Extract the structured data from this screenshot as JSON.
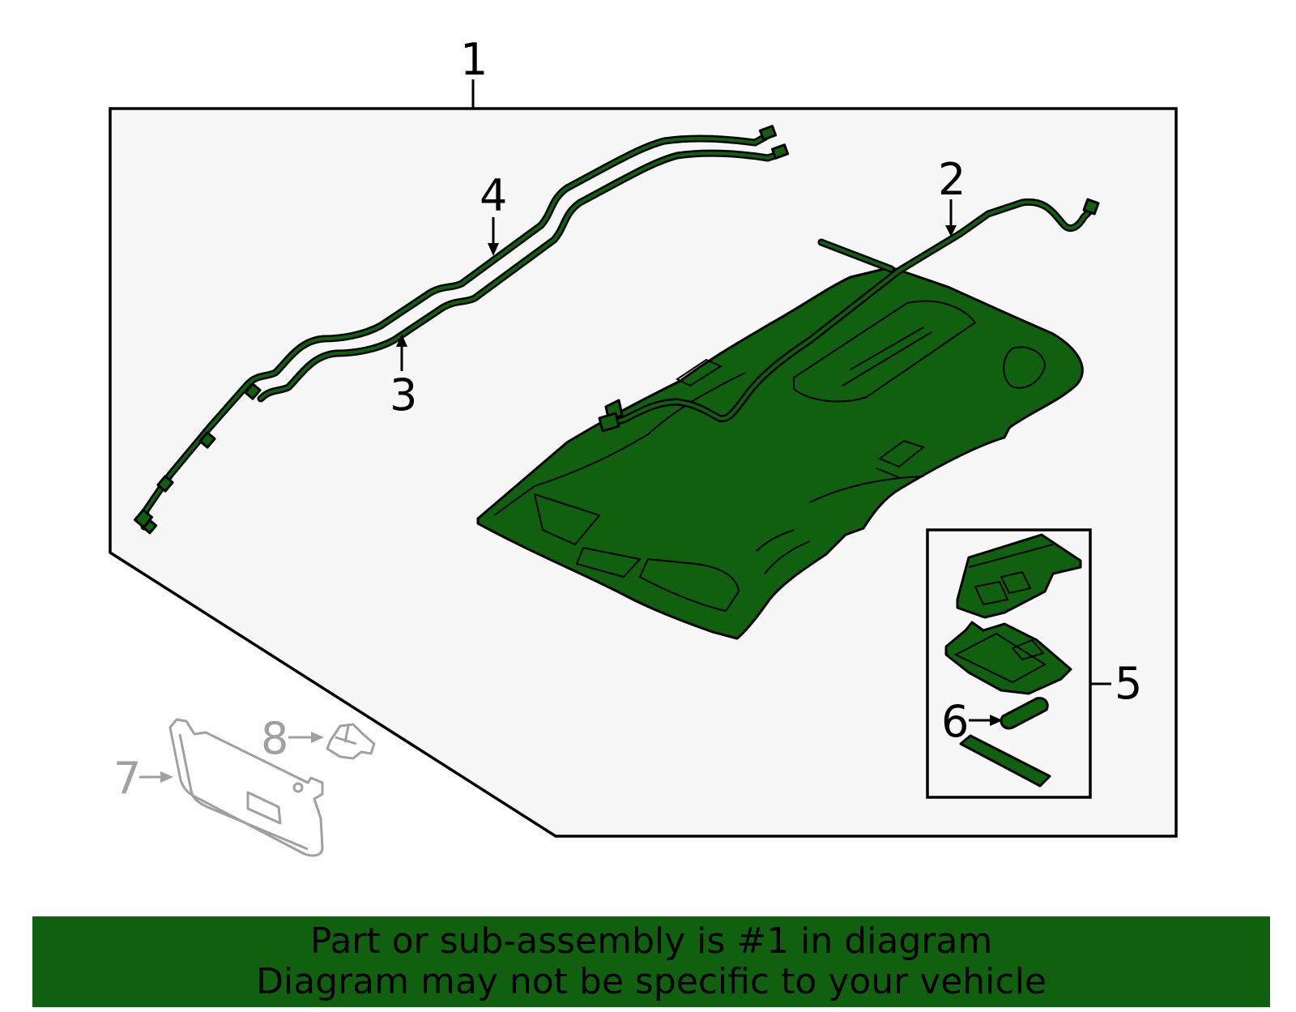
{
  "colors": {
    "part_fill": "#106010",
    "panel_fill": "#f7f7f7",
    "banner_fill": "#106010",
    "ghost_part": "#a0a0a0"
  },
  "callouts": {
    "c1": "1",
    "c2": "2",
    "c3": "3",
    "c4": "4",
    "c5": "5",
    "c6": "6",
    "c7": "7",
    "c8": "8"
  },
  "banner": {
    "line1": "Part or sub-assembly is #1 in diagram",
    "line2": "Diagram may not be specific to your vehicle"
  }
}
